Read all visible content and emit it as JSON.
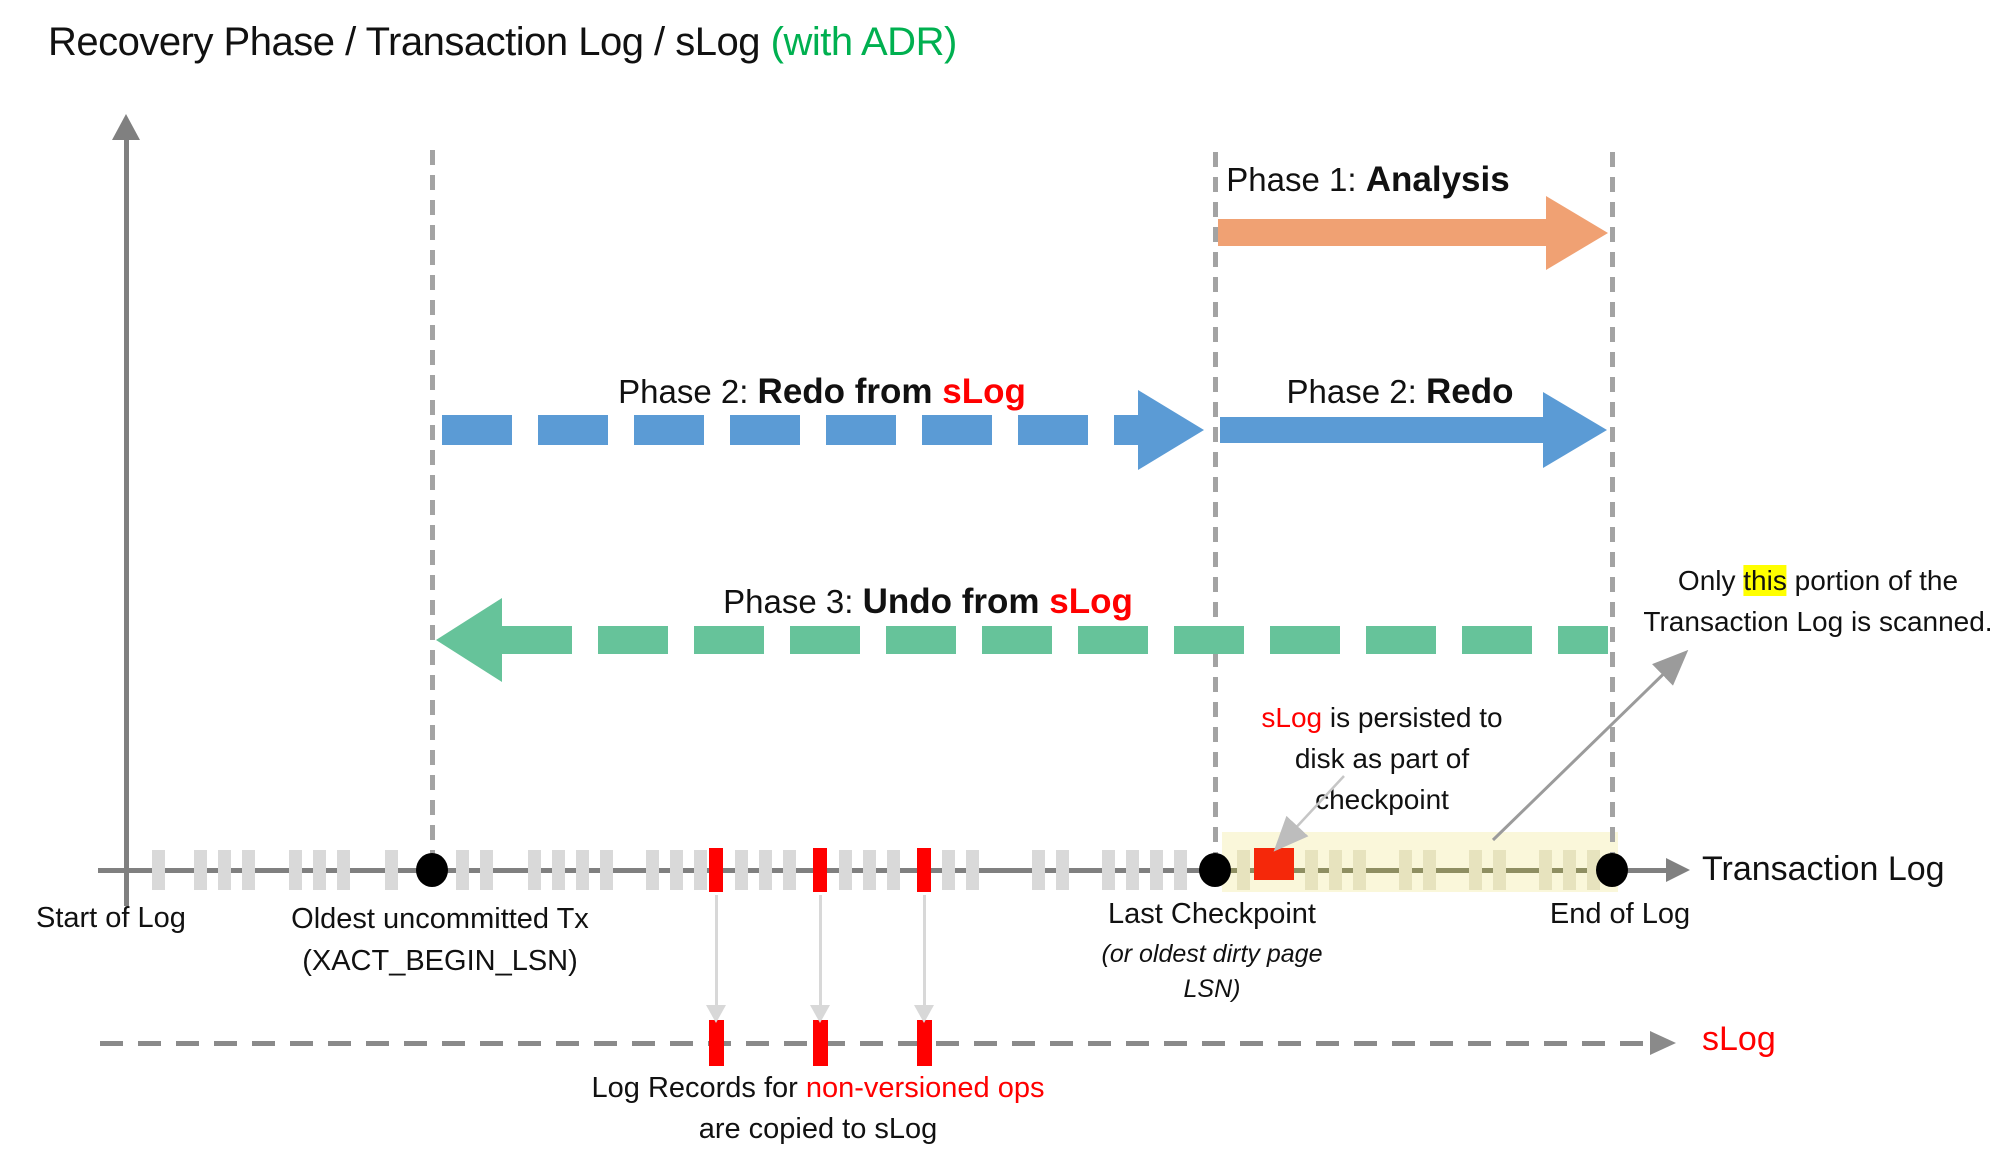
{
  "title": {
    "main": "Recovery Phase / Transaction Log / sLog ",
    "suffix": "(with ADR)"
  },
  "colors": {
    "blue": "#5B9BD5",
    "orange": "#F0A173",
    "green": "#66C39A",
    "red": "#FF0000",
    "square-red": "#F5280A",
    "band-bg": "#FAF7DA",
    "hl-yellow": "#FFFF00",
    "title-green": "#00B050",
    "gray-line": "#808080",
    "tick-gray": "#D9D9D9"
  },
  "phases": {
    "p1": {
      "prefix": "Phase 1: ",
      "bold": "Analysis"
    },
    "p2_slog": {
      "prefix": "Phase 2: ",
      "bold": "Redo from ",
      "red": "sLog"
    },
    "p2": {
      "prefix": "Phase 2: ",
      "bold": "Redo"
    },
    "p3": {
      "prefix": "Phase 3: ",
      "bold": "Undo from ",
      "red": "sLog"
    }
  },
  "notes": {
    "scan": {
      "pre": "Only ",
      "highlight": "this",
      "post": " portion of the",
      "line2": "Transaction Log is scanned."
    },
    "persist": {
      "red": "sLog",
      "rest": " is persisted to",
      "line2": "disk as part of",
      "line3": "checkpoint"
    },
    "copy": {
      "pre": "Log Records for ",
      "red": "non-versioned ops",
      "line2": "are copied to sLog"
    }
  },
  "timeline": {
    "label": "Transaction Log",
    "start_label": "Start of Log",
    "oldest": {
      "line1": "Oldest uncommitted Tx",
      "line2": "(XACT_BEGIN_LSN)"
    },
    "checkpoint": {
      "line1": "Last Checkpoint",
      "line2": "(or oldest dirty page",
      "line3": "LSN)"
    },
    "end_label": "End of Log",
    "gray_ticks": [
      158,
      200,
      224,
      248,
      295,
      319,
      343,
      391,
      462,
      486,
      534,
      558,
      582,
      606,
      652,
      676,
      700,
      741,
      765,
      789,
      845,
      869,
      893,
      948,
      972,
      1038,
      1062,
      1108,
      1132,
      1156,
      1180
    ],
    "band_ticks": [
      1243,
      1311,
      1335,
      1359,
      1405,
      1429,
      1475,
      1499,
      1545,
      1569,
      1593
    ],
    "red_ticks": [
      716,
      820,
      924
    ]
  },
  "slog": {
    "label": "sLog",
    "red_ticks": [
      716,
      820,
      924
    ]
  }
}
